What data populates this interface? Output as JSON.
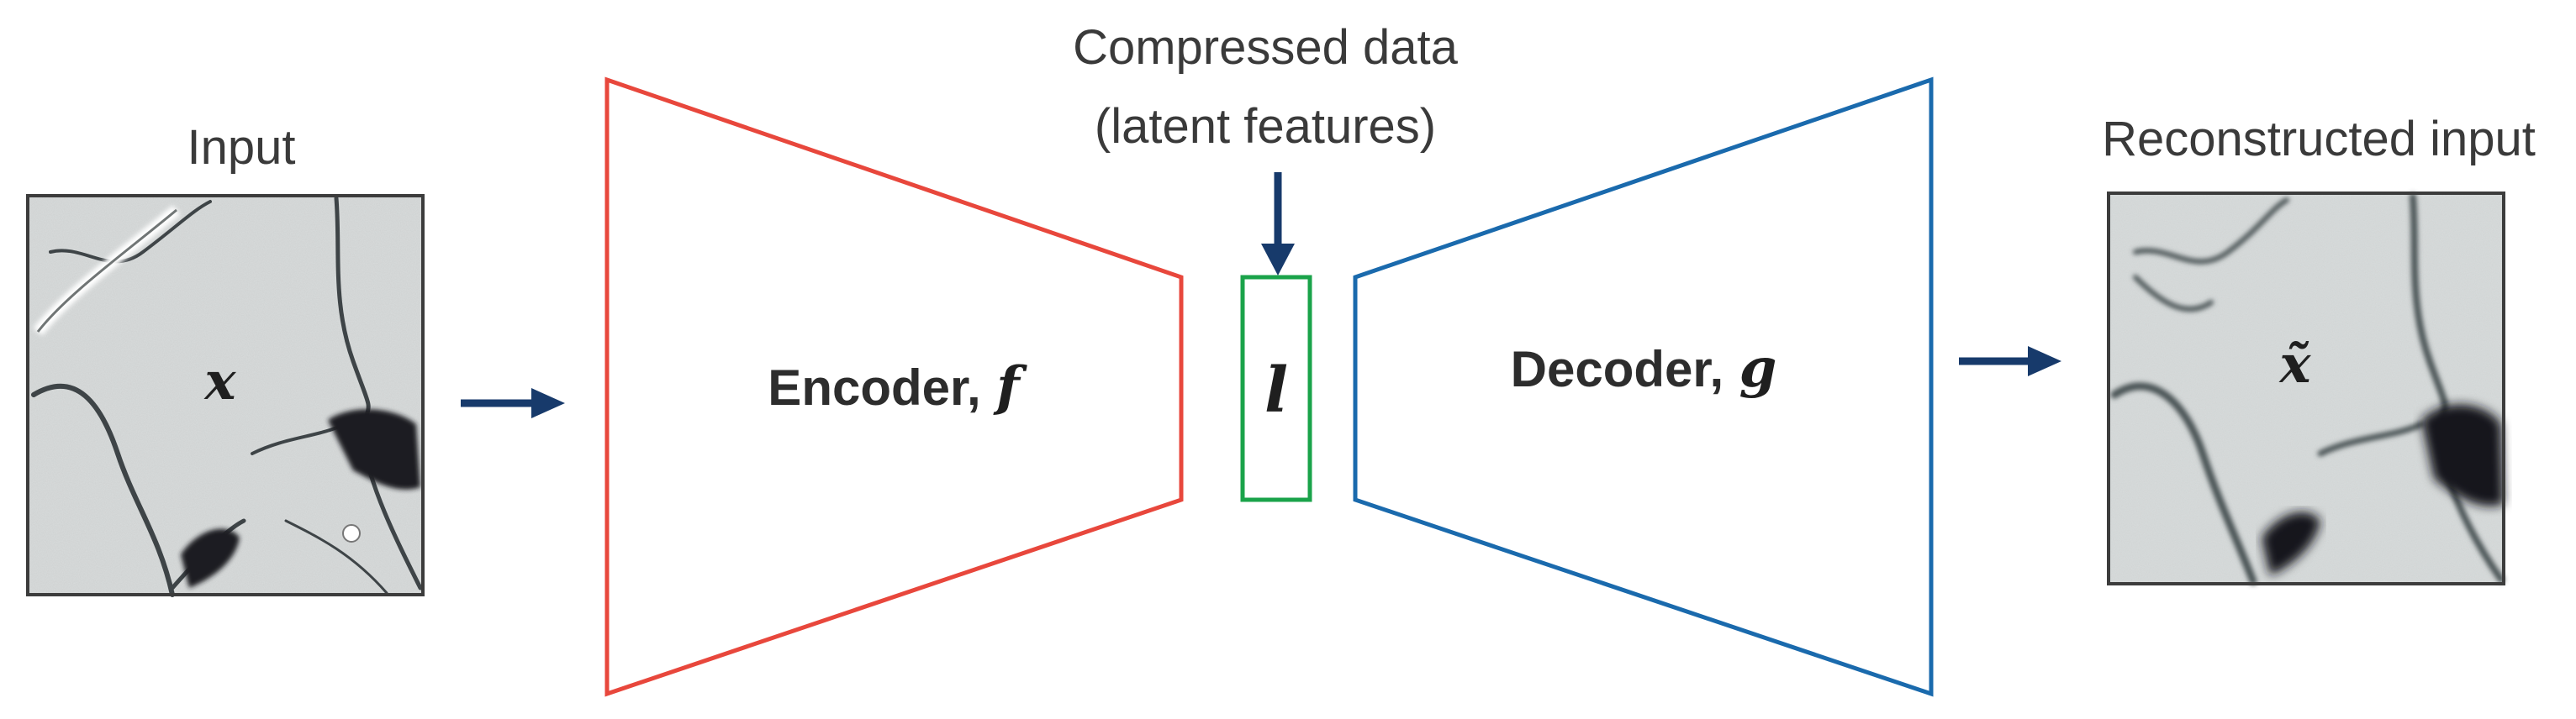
{
  "input": {
    "title": "Input",
    "symbol": "x"
  },
  "encoder": {
    "label": "Encoder,",
    "symbol": "f",
    "color": "#e8473c"
  },
  "latent": {
    "title_line1": "Compressed data",
    "title_line2": "(latent features)",
    "symbol": "l",
    "color": "#1aa34a"
  },
  "decoder": {
    "label": "Decoder,",
    "symbol": "g",
    "color": "#1a6aad"
  },
  "output": {
    "title": "Reconstructed input",
    "symbol": "x̃"
  },
  "arrow_color": "#173a6b",
  "image_frame_color": "#3c3c3c",
  "icons": [
    "right-arrow-icon",
    "down-arrow-icon"
  ]
}
